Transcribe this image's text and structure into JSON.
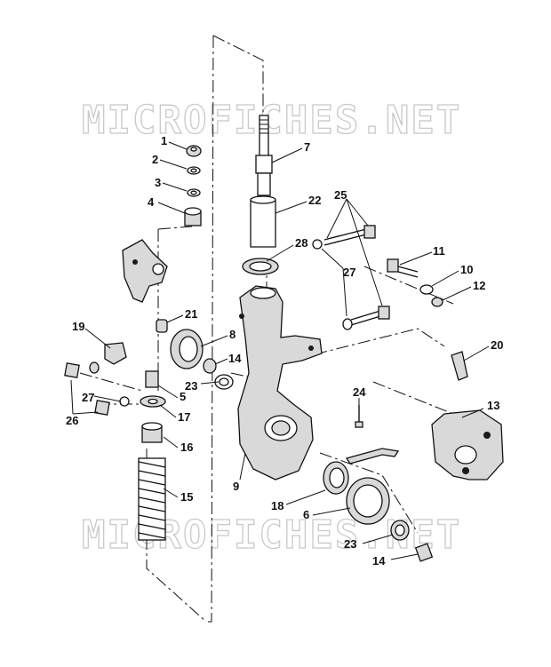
{
  "watermark": {
    "top": "MICROFICHES.NET",
    "bottom": "MICROFICHES.NET"
  },
  "callouts": [
    {
      "id": "c1",
      "text": "1"
    },
    {
      "id": "c2",
      "text": "2"
    },
    {
      "id": "c3",
      "text": "3"
    },
    {
      "id": "c4",
      "text": "4"
    },
    {
      "id": "c7",
      "text": "7"
    },
    {
      "id": "c22",
      "text": "22"
    },
    {
      "id": "c25",
      "text": "25"
    },
    {
      "id": "c28",
      "text": "28"
    },
    {
      "id": "c27a",
      "text": "27"
    },
    {
      "id": "c11",
      "text": "11"
    },
    {
      "id": "c10",
      "text": "10"
    },
    {
      "id": "c12",
      "text": "12"
    },
    {
      "id": "c21",
      "text": "21"
    },
    {
      "id": "c19",
      "text": "19"
    },
    {
      "id": "c8",
      "text": "8"
    },
    {
      "id": "c14a",
      "text": "14"
    },
    {
      "id": "c20",
      "text": "20"
    },
    {
      "id": "c23a",
      "text": "23"
    },
    {
      "id": "c5",
      "text": "5"
    },
    {
      "id": "c27b",
      "text": "27"
    },
    {
      "id": "c26",
      "text": "26"
    },
    {
      "id": "c17",
      "text": "17"
    },
    {
      "id": "c24",
      "text": "24"
    },
    {
      "id": "c13",
      "text": "13"
    },
    {
      "id": "c16",
      "text": "16"
    },
    {
      "id": "c9",
      "text": "9"
    },
    {
      "id": "c15",
      "text": "15"
    },
    {
      "id": "c18",
      "text": "18"
    },
    {
      "id": "c6",
      "text": "6"
    },
    {
      "id": "c23b",
      "text": "23"
    },
    {
      "id": "c14b",
      "text": "14"
    }
  ]
}
